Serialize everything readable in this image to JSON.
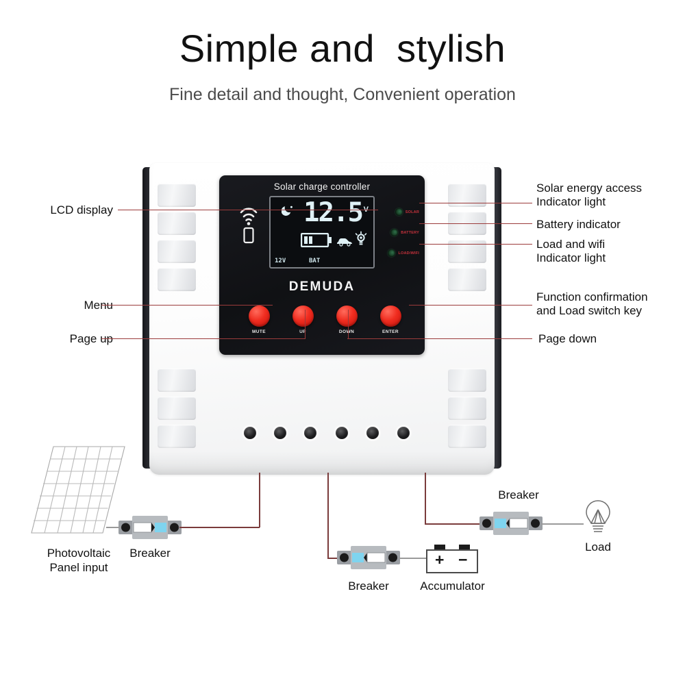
{
  "header": {
    "title": "Simple and  stylish",
    "subtitle": "Fine detail and thought, Convenient operation"
  },
  "device": {
    "face_title": "Solar charge controller",
    "brand": "DEMUDA",
    "lcd": {
      "voltage": "12.5",
      "voltage_unit": "V",
      "system_voltage_label": "12V",
      "battery_label": "BAT",
      "icons": [
        "moon-icon",
        "battery-icon",
        "car-icon",
        "bulb-icon"
      ]
    },
    "leds": [
      {
        "id": "solar",
        "label": "SOLAR",
        "color": "#2f6f4a"
      },
      {
        "id": "battery",
        "label": "BATTERY",
        "color": "#2f6f4a"
      },
      {
        "id": "loadwifi",
        "label": "LOAD/WIFI",
        "color": "#2f6f4a"
      }
    ],
    "buttons": [
      {
        "id": "mute",
        "label": "MUTE",
        "color": "#f02d20"
      },
      {
        "id": "up",
        "label": "UP",
        "color": "#f02d20"
      },
      {
        "id": "down",
        "label": "DOWN",
        "color": "#f02d20"
      },
      {
        "id": "enter",
        "label": "ENTER",
        "color": "#f02d20"
      }
    ],
    "terminal_count": 6
  },
  "annotations": {
    "left": [
      {
        "id": "lcd-display",
        "text": "LCD display"
      },
      {
        "id": "menu",
        "text": "Menu"
      },
      {
        "id": "page-up",
        "text": "Page up"
      }
    ],
    "right": [
      {
        "id": "solar-indicator",
        "text": "Solar energy access\nIndicator light"
      },
      {
        "id": "battery-indicator",
        "text": "Battery indicator"
      },
      {
        "id": "load-wifi",
        "text": "Load and wifi\nIndicator light"
      },
      {
        "id": "function-confirm",
        "text": "Function confirmation\nand Load switch key"
      },
      {
        "id": "page-down",
        "text": "Page down"
      }
    ]
  },
  "wiring": {
    "labels": [
      {
        "id": "pv-panel",
        "text": "Photovoltaic\nPanel input"
      },
      {
        "id": "breaker-pv",
        "text": "Breaker"
      },
      {
        "id": "breaker-bat",
        "text": "Breaker"
      },
      {
        "id": "accumulator",
        "text": "Accumulator"
      },
      {
        "id": "breaker-load",
        "text": "Breaker"
      },
      {
        "id": "load",
        "text": "Load"
      }
    ],
    "accumulator_plus": "+",
    "accumulator_minus": "−",
    "wire_color": "#7a3b3b",
    "breaker_band_color": "#7fd4ef"
  },
  "colors": {
    "leader_line": "#9b3b3b",
    "led_label": "#c8323c",
    "button_red": "#f02d20",
    "panel_black": "#14151a",
    "body_white": "#ffffff"
  }
}
